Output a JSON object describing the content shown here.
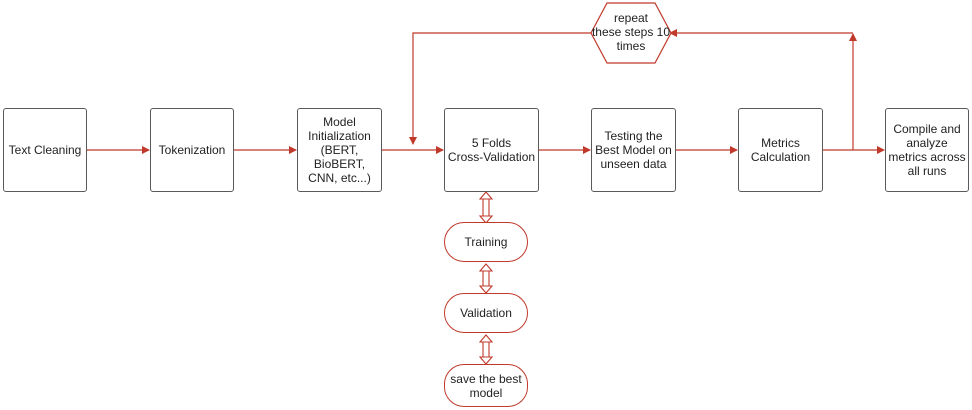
{
  "colors": {
    "arrow": "#c0392b",
    "box_border": "#5a5a5a",
    "pill_border": "#c0392b"
  },
  "steps": {
    "text_cleaning": "Text Cleaning",
    "tokenization": "Tokenization",
    "model_init": "Model\nInitialization\n(BERT,\nBioBERT,\nCNN, etc...)",
    "cross_validation": "5 Folds\nCross-Validation",
    "testing": "Testing the\nBest Model on\nunseen data",
    "metrics": "Metrics\nCalculation",
    "compile": "Compile and\nanalyze\nmetrics across\nall runs"
  },
  "loop": {
    "repeat": "repeat\nthese steps 10\ntimes"
  },
  "cv_steps": {
    "training": "Training",
    "validation": "Validation",
    "save_best": "save the best\nmodel"
  }
}
